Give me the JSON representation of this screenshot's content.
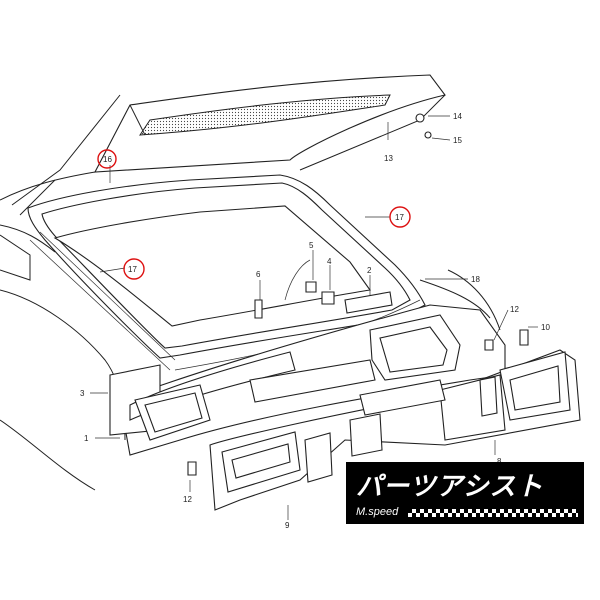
{
  "callouts": {
    "c2": "2",
    "c3": "3",
    "c4": "4",
    "c5": "5",
    "c6": "6",
    "c8": "8",
    "c9": "9",
    "c10": "10",
    "c12a": "12",
    "c12b": "12",
    "c13": "13",
    "c14": "14",
    "c15": "15",
    "c16": "16",
    "c17a": "17",
    "c17b": "17",
    "c18": "18",
    "c1": "1"
  },
  "highlighted_parts": [
    "16",
    "17"
  ],
  "colors": {
    "highlight": "#d11111",
    "logo_bg": "#000000",
    "logo_text": "#ffffff"
  },
  "logo": {
    "title": "パーツアシスト",
    "subtitle": "M.speed"
  }
}
